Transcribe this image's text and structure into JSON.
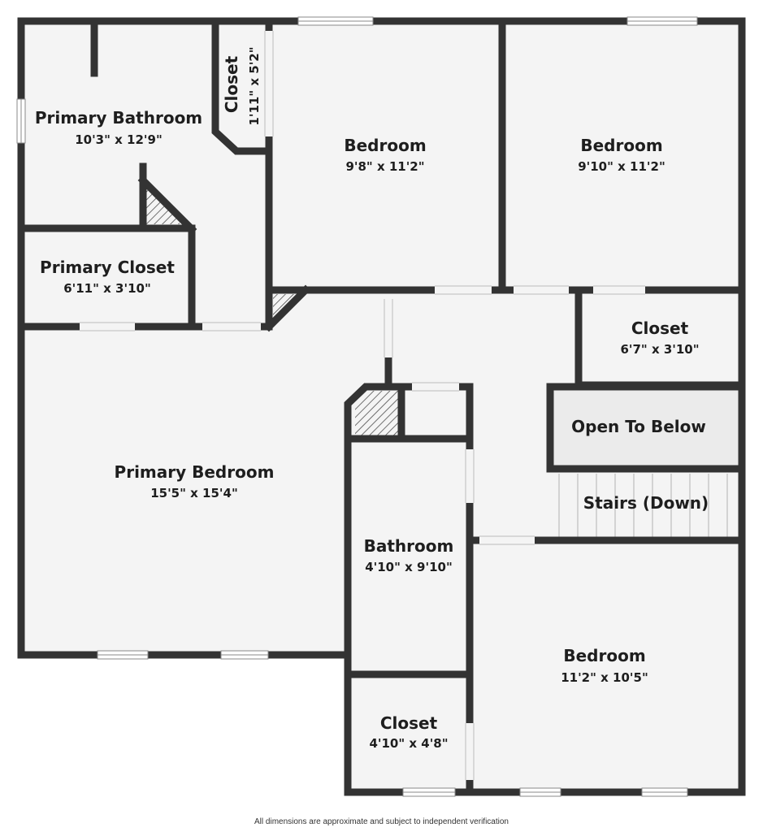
{
  "rooms": {
    "primary_bathroom": {
      "name": "Primary Bathroom",
      "dims": "10'3\" x 12'9\""
    },
    "closet_small": {
      "name": "Closet",
      "dims": "1'11\" x 5'2\""
    },
    "bedroom_1": {
      "name": "Bedroom",
      "dims": "9'8\" x 11'2\""
    },
    "bedroom_2": {
      "name": "Bedroom",
      "dims": "9'10\" x 11'2\""
    },
    "primary_closet": {
      "name": "Primary Closet",
      "dims": "6'11\" x 3'10\""
    },
    "closet_hall": {
      "name": "Closet",
      "dims": "6'7\" x 3'10\""
    },
    "open_to_below": {
      "name": "Open To Below"
    },
    "stairs": {
      "name": "Stairs (Down)"
    },
    "primary_bedroom": {
      "name": "Primary Bedroom",
      "dims": "15'5\" x 15'4\""
    },
    "bathroom": {
      "name": "Bathroom",
      "dims": "4'10\" x 9'10\""
    },
    "bedroom_3": {
      "name": "Bedroom",
      "dims": "11'2\" x 10'5\""
    },
    "closet_bottom": {
      "name": "Closet",
      "dims": "4'10\" x 4'8\""
    }
  },
  "disclaimer": "All dimensions are approximate and subject to independent verification",
  "colors": {
    "wall": "#333333",
    "floor": "#f4f4f4",
    "open_area": "#ebebeb",
    "window": "#ffffff"
  }
}
